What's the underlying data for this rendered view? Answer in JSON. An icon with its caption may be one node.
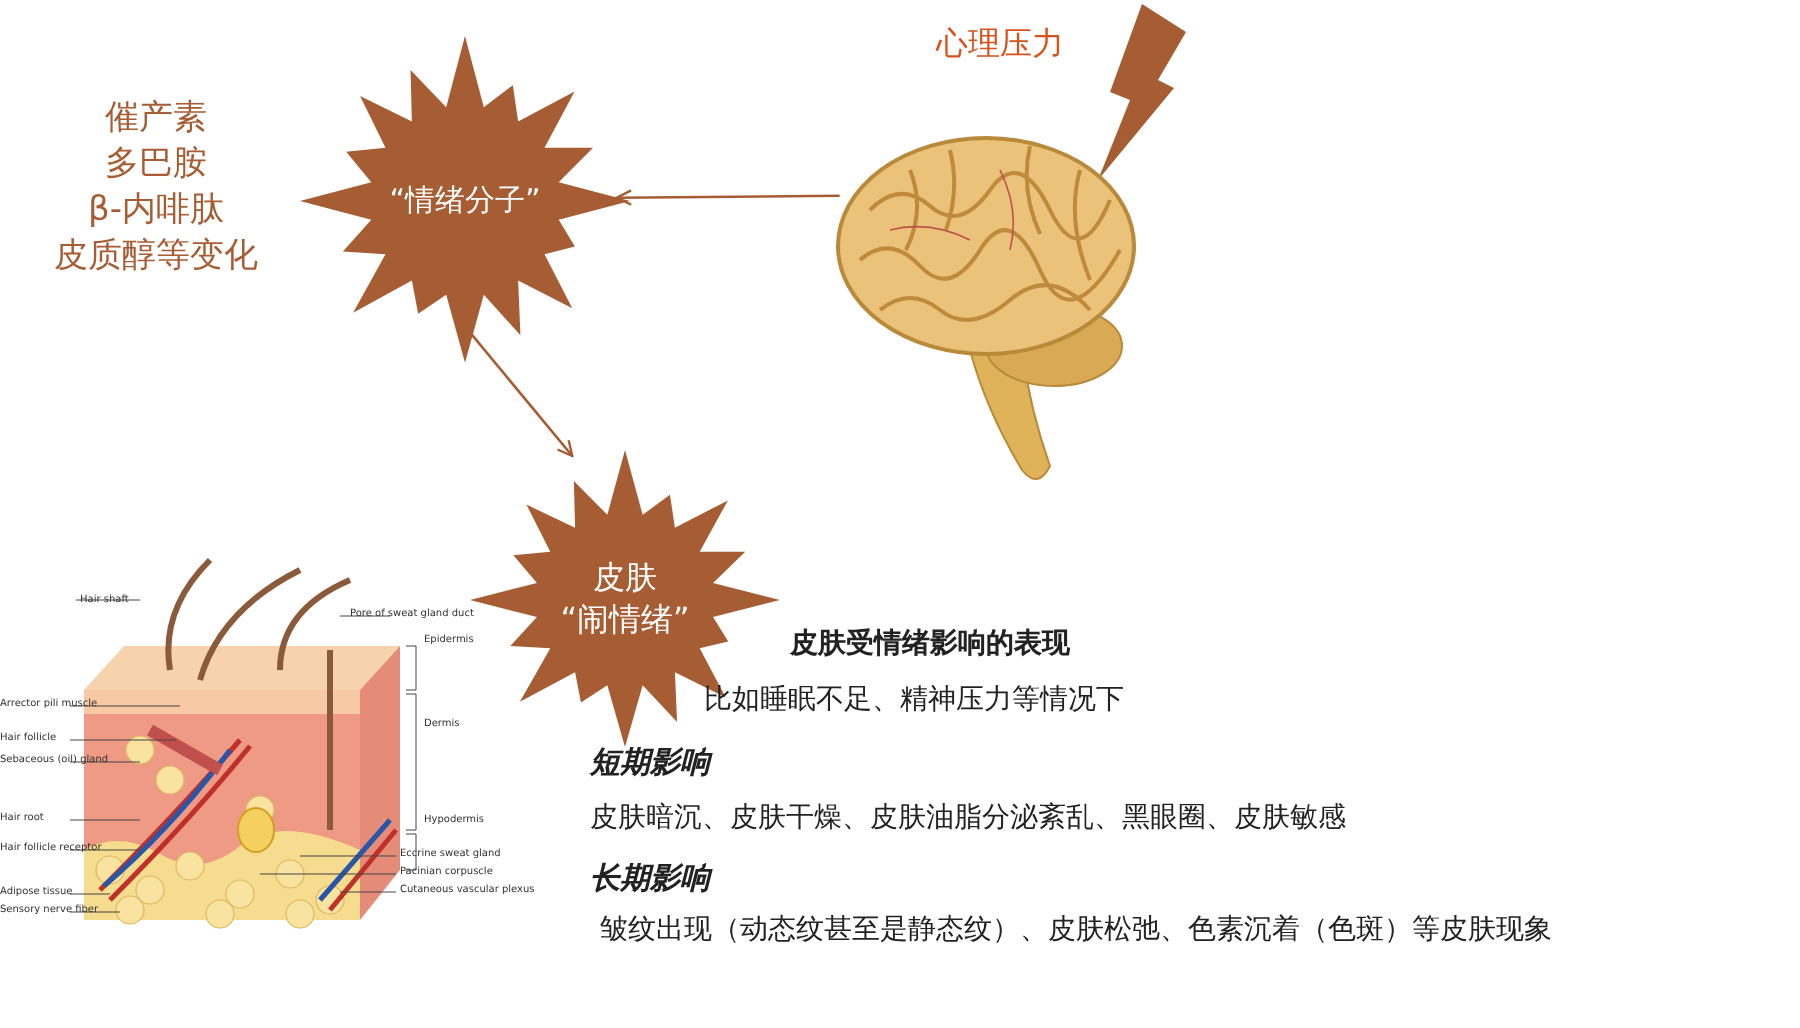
{
  "diagram": {
    "nodes": [
      {
        "text": [
          "“情绪分子”"
        ],
        "beside": [
          "催产素",
          "多巴胺",
          "β-内啡肽",
          "皮质醇等变化"
        ]
      },
      {
        "text": [],
        "shape": "picture"
      },
      {
        "text": [
          "皮肤",
          "“闹情绪”"
        ]
      },
      {
        "text": [],
        "shape": "picture"
      }
    ],
    "edges": [
      {
        "from": 1,
        "to": 0,
        "arrow": "to"
      },
      {
        "from": 0,
        "to": 2,
        "arrow": "to"
      }
    ],
    "labels": [
      "心理压力",
      "Hair shaft",
      "Pore of sweat gland duct",
      "Epidermis",
      "Arrector pili muscle",
      "Hair follicle",
      "Sebaceous (oil) gland",
      "Dermis",
      "Hypodermis",
      "Hair root",
      "Hair follicle receptor",
      "Eccrine sweat gland",
      "Pacinian corpuscle",
      "Adipose tissue",
      "Cutaneous vascular plexus",
      "Sensory nerve fiber",
      "皮肤受情绪影响的表现",
      "比如睡眠不足、精神压力等情况下",
      "短期影响",
      "皮肤暗沉、皮肤干燥、皮肤油脂分泌紊乱、黑眼圈、皮肤敏感",
      "长期影响",
      "皱纹出现（动态纹甚至是静态纹）、皮肤松弛、色素沉着（色斑）等皮肤现象"
    ]
  }
}
